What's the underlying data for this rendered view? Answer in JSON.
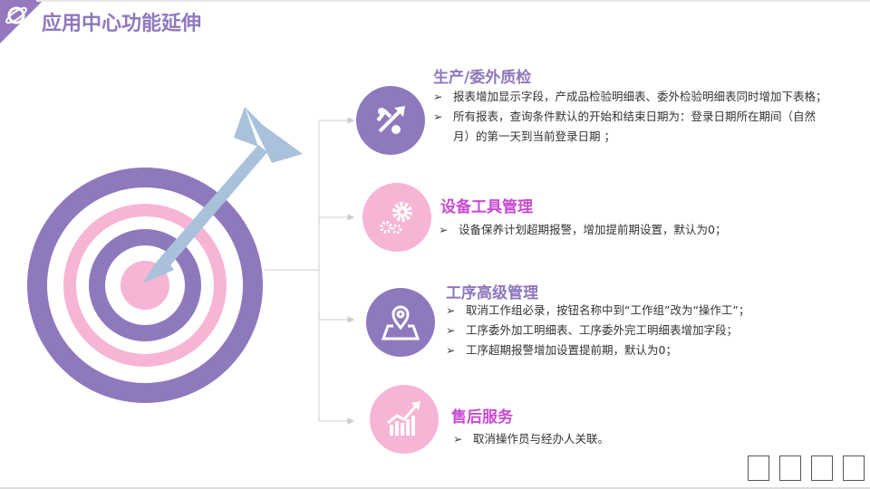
{
  "header": {
    "title": "应用中心功能延伸",
    "logo_icon": "planet-icon"
  },
  "colors": {
    "purple": "#8e79bd",
    "pink": "#f6b5d5",
    "title_pink": "#c84ad2",
    "arrow": "#a9c1da"
  },
  "sections": [
    {
      "title": "生产/委外质检",
      "icon": "share-arrows-icon",
      "items": [
        "报表增加显示字段，产成品检验明细表、委外检验明细表同时增加下表格；",
        "所有报表，查询条件默认的开始和结束日期为：登录日期所在期间（自然月）的第一天到当前登录日期 ；"
      ]
    },
    {
      "title": "设备工具管理",
      "icon": "gears-icon",
      "items": [
        "设备保养计划超期报警，增加提前期设置，默认为0；"
      ]
    },
    {
      "title": "工序高级管理",
      "icon": "map-pin-icon",
      "items": [
        "取消工作组必录，按钮名称中到“工作组”改为“操作工”；",
        "工序委外加工明细表、工序委外完工明细表增加字段；",
        "工序超期报警增加设置提前期，默认为0；"
      ]
    },
    {
      "title": "售后服务",
      "icon": "growth-chart-icon",
      "items": [
        "取消操作员与经办人关联。"
      ]
    }
  ],
  "bullet": "➢"
}
